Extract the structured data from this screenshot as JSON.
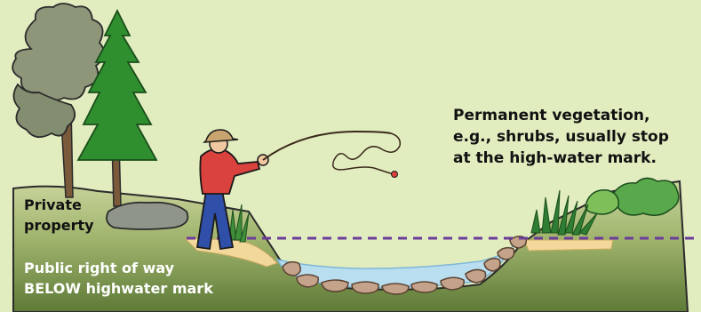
{
  "colors": {
    "background": "#e1ecbf",
    "ground_light": "#c7d39a",
    "ground_dark": "#6e8744",
    "water": "#b9def0",
    "highwater_line": "#6a3d9a",
    "tree_green": "#2f8f2f",
    "tree_gray": "#7f8c6b"
  },
  "callout": {
    "line1": "Permanent vegetation,",
    "line2": "e.g., shrubs, usually stop",
    "line3": "at the high-water mark."
  },
  "private_label": {
    "line1": "Private",
    "line2": "property"
  },
  "public_label": {
    "line1": "Public right of way",
    "line2": "BELOW highwater mark"
  }
}
